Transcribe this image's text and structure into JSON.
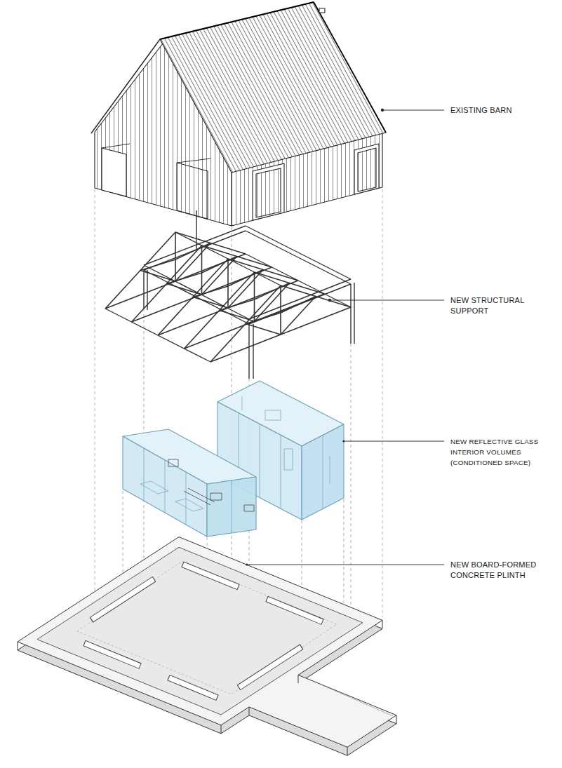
{
  "diagram": {
    "labels": [
      "EXISTING BARN",
      "NEW STRUCTURAL SUPPORT",
      "NEW REFLECTIVE GLASS INTERIOR VOLUMES (CONDITIONED SPACE)",
      "NEW BOARD-FORMED CONCRETE PLINTH"
    ]
  }
}
